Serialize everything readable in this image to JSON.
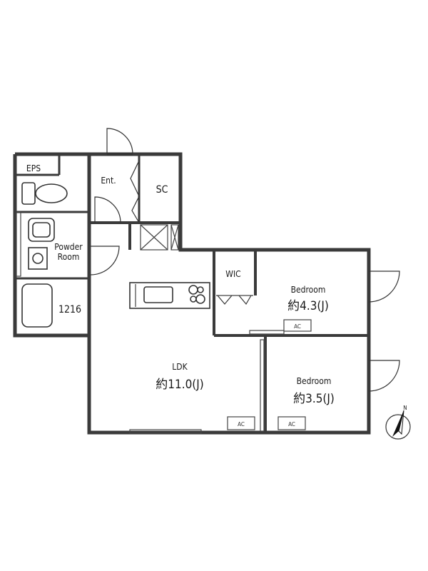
{
  "rooms": {
    "eps": "EPS",
    "entrance": "Ent.",
    "shoe_closet": "SC",
    "powder_room_line1": "Powder",
    "powder_room_line2": "Room",
    "bath": "1216",
    "wic": "WIC",
    "bedroom1_name": "Bedroom",
    "bedroom1_size": "約4.3(J)",
    "bedroom2_name": "Bedroom",
    "bedroom2_size": "約3.5(J)",
    "ldk_name": "LDK",
    "ldk_size": "約11.0(J)"
  },
  "ac_labels": [
    "AC",
    "AC",
    "AC"
  ],
  "compass": {
    "north_label": "N"
  }
}
